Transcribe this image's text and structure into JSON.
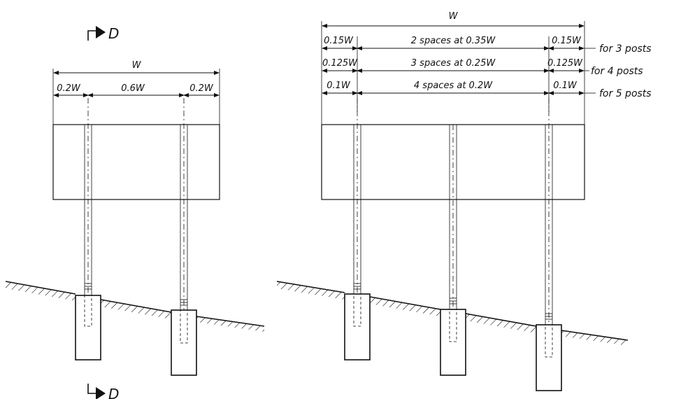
{
  "left_view": {
    "dim_total": "W",
    "dim_outer_left": "0.2W",
    "dim_middle": "0.6W",
    "dim_outer_right": "0.2W"
  },
  "right_view": {
    "dim_total": "W",
    "row3": {
      "outer_left": "0.15W",
      "middle": "2 spaces at 0.35W",
      "outer_right": "0.15W",
      "label": "for 3 posts"
    },
    "row4": {
      "outer_left": "0.125W",
      "middle": "3 spaces at 0.25W",
      "outer_right": "0.125W",
      "label": "for 4 posts"
    },
    "row5": {
      "outer_left": "0.1W",
      "middle": "4 spaces at 0.2W",
      "outer_right": "0.1W",
      "label": "for 5 posts"
    }
  },
  "section_marker": {
    "top_label": "D",
    "bottom_label": "D"
  }
}
